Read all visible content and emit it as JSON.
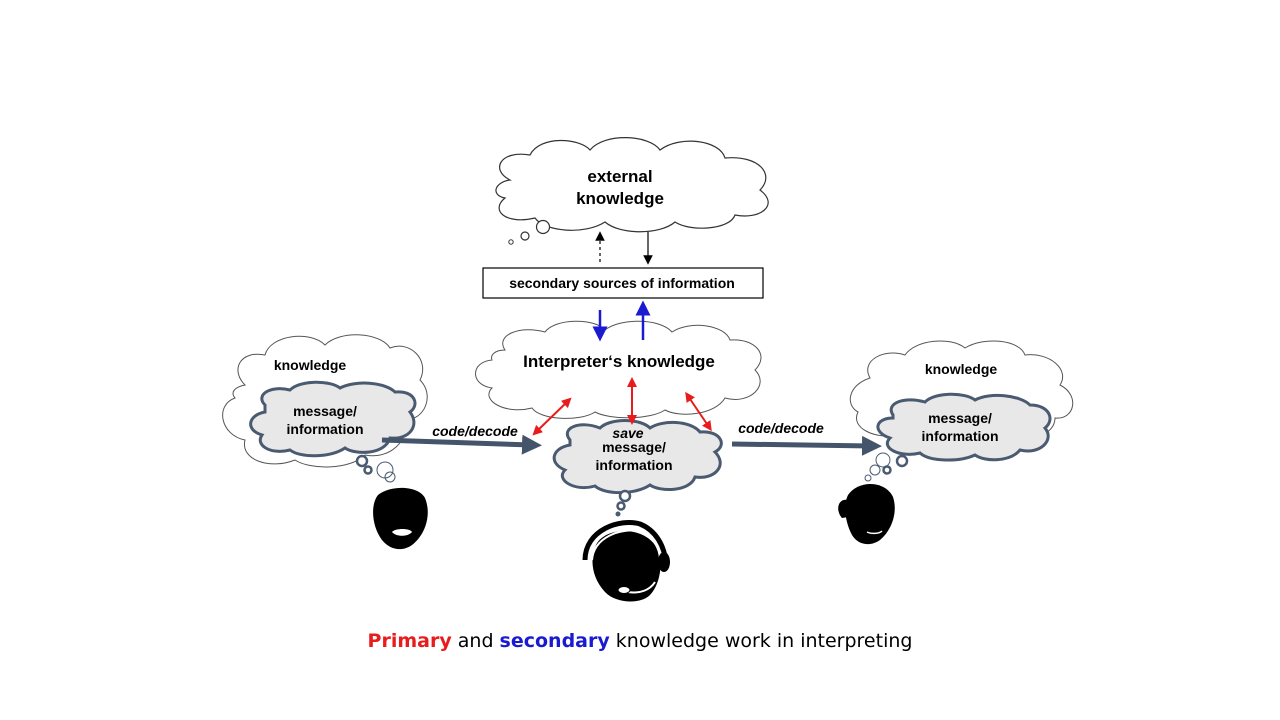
{
  "diagram": {
    "external_cloud": {
      "line1": "external",
      "line2": "knowledge"
    },
    "secondary_sources_box": {
      "label": "secondary sources of information"
    },
    "interpreter_cloud": {
      "label": "Interpreter‘s knowledge"
    },
    "left_person": {
      "knowledge_label": "knowledge",
      "message_line1": "message/",
      "message_line2": "information"
    },
    "center_person": {
      "save_label": "save",
      "message_line1": "message/",
      "message_line2": "information"
    },
    "right_person": {
      "knowledge_label": "knowledge",
      "message_line1": "message/",
      "message_line2": "information"
    },
    "left_arrow_label": "code/decode",
    "right_arrow_label": "code/decode",
    "icons": [
      "speaker-head-icon",
      "interpreter-headset-icon",
      "listener-head-icon"
    ]
  },
  "caption": {
    "primary": "Primary",
    "and": " and ",
    "secondary": "secondary",
    "rest": " knowledge work in interpreting"
  },
  "colors": {
    "primary": "#e81c1c",
    "secondary": "#1a1ad0",
    "main_arrow": "#44546a",
    "message_cloud_fill": "#e8e8e8",
    "message_cloud_stroke": "#4a5a70"
  }
}
